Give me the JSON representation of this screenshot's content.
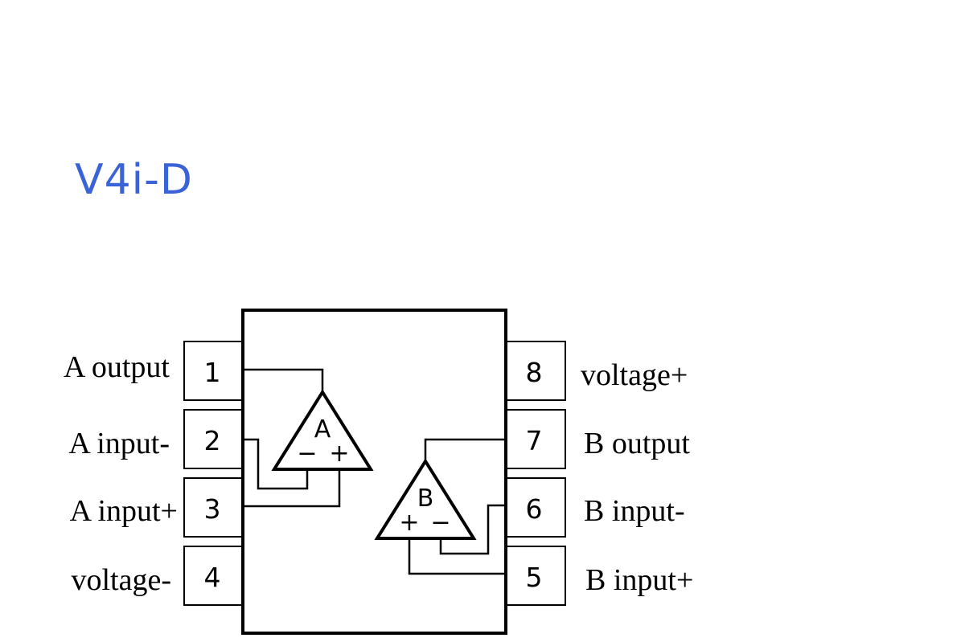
{
  "title": "V4i-D",
  "colors": {
    "title": "#3a63d8",
    "lines": "#000000"
  },
  "pins": [
    {
      "number": "1",
      "label": "A output"
    },
    {
      "number": "2",
      "label": "A input-"
    },
    {
      "number": "3",
      "label": "A input+"
    },
    {
      "number": "4",
      "label": "voltage-"
    },
    {
      "number": "5",
      "label": "B input+"
    },
    {
      "number": "6",
      "label": "B input-"
    },
    {
      "number": "7",
      "label": "B output"
    },
    {
      "number": "8",
      "label": "voltage+"
    }
  ],
  "amplifiers": [
    {
      "name": "A",
      "left_sign": "−",
      "right_sign": "+"
    },
    {
      "name": "B",
      "left_sign": "+",
      "right_sign": "−"
    }
  ]
}
